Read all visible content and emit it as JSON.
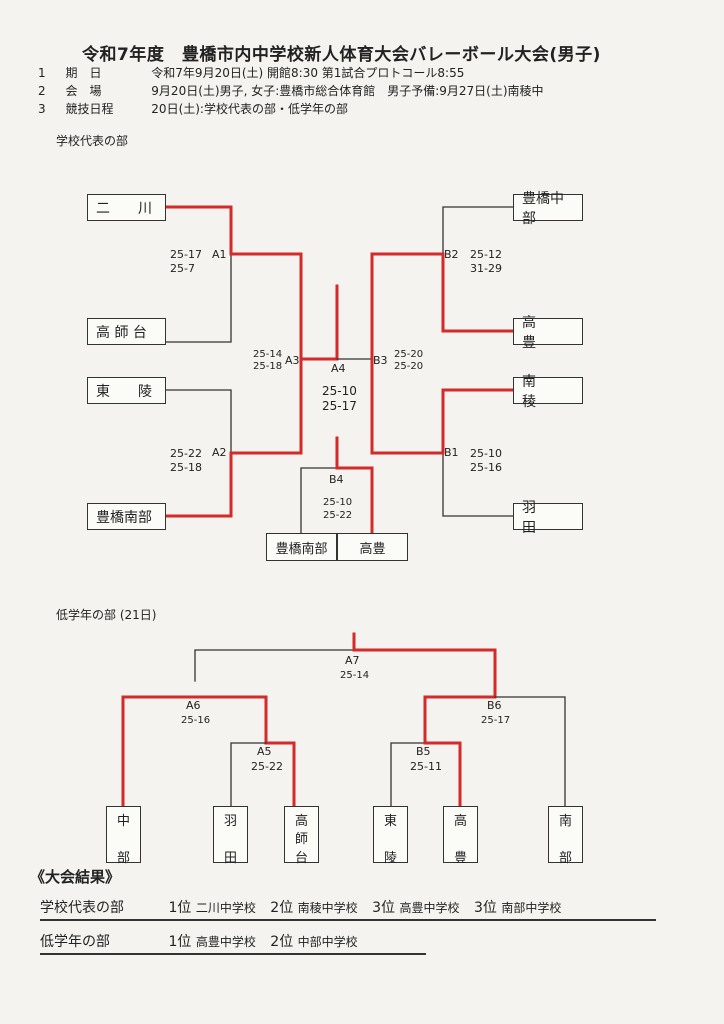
{
  "header": {
    "title": "令和7年度　豊橋市内中学校新人体育大会バレーボール大会(男子)",
    "lines": [
      {
        "num": "1",
        "label": "期　日",
        "text": "令和7年9月20日(土) 開館8:30 第1試合プロトコール8:55"
      },
      {
        "num": "2",
        "label": "会　場",
        "text": "9月20日(土)男子, 女子:豊橋市総合体育館　男子予備:9月27日(土)南稜中"
      },
      {
        "num": "3",
        "label": "競技日程",
        "text": "20日(土):学校代表の部・低学年の部"
      }
    ]
  },
  "school_section": {
    "heading": "学校代表の部",
    "teams": {
      "futagawa": "二　　川",
      "takashidai": "高 師 台",
      "higashiryo": "東　　陵",
      "toyohashi_nanbu": "豊橋南部",
      "toyohashi_chubu": "豊橋中部",
      "takatoyo": "高　　豊",
      "nanryo": "南　　稜",
      "hada": "羽　　田"
    },
    "matches": {
      "A1": {
        "label": "A1",
        "s1": "25-17",
        "s2": "25-7"
      },
      "A2": {
        "label": "A2",
        "s1": "25-22",
        "s2": "25-18"
      },
      "A3": {
        "label": "A3",
        "s1": "25-14",
        "s2": "25-18"
      },
      "A4": {
        "label": "A4",
        "s1": "25-10",
        "s2": "25-17"
      },
      "B1": {
        "label": "B1",
        "s1": "25-10",
        "s2": "25-16"
      },
      "B2": {
        "label": "B2",
        "s1": "25-12",
        "s2": "31-29"
      },
      "B3": {
        "label": "B3",
        "s1": "25-20",
        "s2": "25-20"
      },
      "B4": {
        "label": "B4",
        "s1": "25-10",
        "s2": "25-22"
      }
    },
    "third_place": {
      "left": "豊橋南部",
      "right": "高豊"
    }
  },
  "junior_section": {
    "heading": "低学年の部 (21日)",
    "teams": [
      {
        "top": "中",
        "bottom": "部"
      },
      {
        "top": "羽",
        "bottom": "田"
      },
      {
        "top": "高",
        "mid": "師",
        "bottom": "台"
      },
      {
        "top": "東",
        "bottom": "陵"
      },
      {
        "top": "高",
        "bottom": "豊"
      },
      {
        "top": "南",
        "bottom": "部"
      }
    ],
    "matches": {
      "A5": {
        "label": "A5",
        "score": "25-22"
      },
      "A6": {
        "label": "A6",
        "score": "25-16"
      },
      "A7": {
        "label": "A7",
        "score": "25-14"
      },
      "B5": {
        "label": "B5",
        "score": "25-11"
      },
      "B6": {
        "label": "B6",
        "score": "25-17"
      }
    }
  },
  "results": {
    "heading": "《大会結果》",
    "school": {
      "label": "学校代表の部",
      "entries": [
        {
          "rank": "1位",
          "school": "二川中学校"
        },
        {
          "rank": "2位",
          "school": "南稜中学校"
        },
        {
          "rank": "3位",
          "school": "高豊中学校"
        },
        {
          "rank": "3位",
          "school": "南部中学校"
        }
      ]
    },
    "junior": {
      "label": "低学年の部",
      "entries": [
        {
          "rank": "1位",
          "school": "高豊中学校"
        },
        {
          "rank": "2位",
          "school": "中部中学校"
        }
      ]
    }
  },
  "colors": {
    "win_line": "#d42a2a",
    "line": "#333333"
  }
}
